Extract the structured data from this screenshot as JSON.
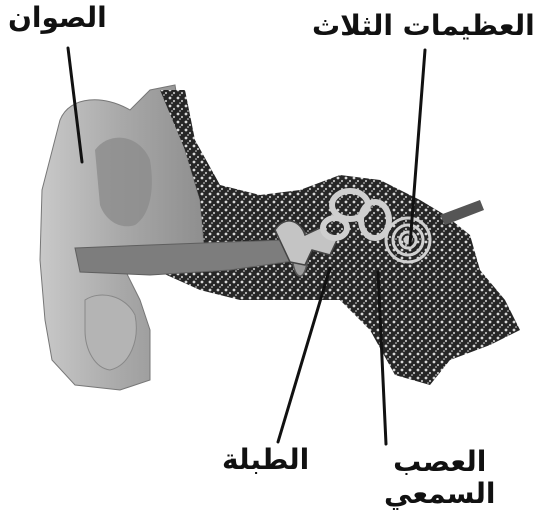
{
  "labels": {
    "pinna": "الصوان",
    "ossicles": "العظيمات الثلاث",
    "eardrum": "الطبلة",
    "auditory_nerve_line1": "العصب",
    "auditory_nerve_line2": "السمعي"
  },
  "colors": {
    "outer_ear": "#9a9a9a",
    "bone": "#2b2b2b",
    "canal": "#7d7d7d",
    "leader_line": "#111111",
    "background": "#ffffff"
  }
}
